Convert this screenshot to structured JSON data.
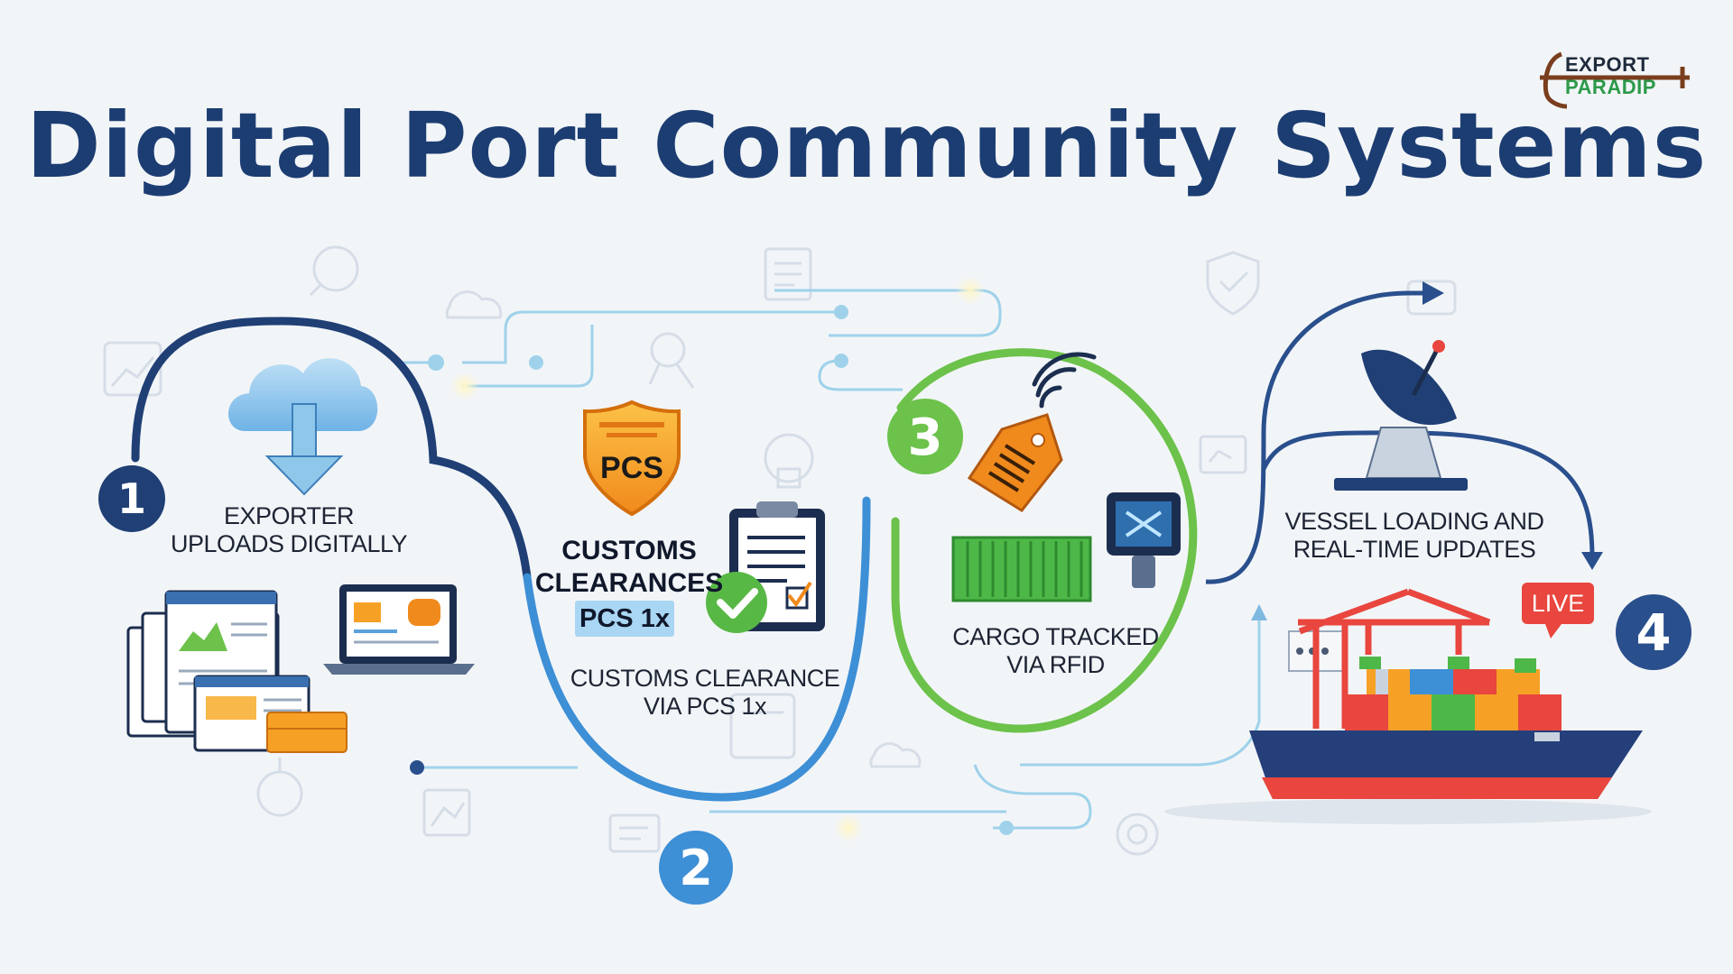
{
  "title": "Digital Port Community Systems",
  "logo": {
    "line1": "EXPORT",
    "line2": "PARADIP"
  },
  "steps": [
    {
      "number": "1",
      "label_lines": [
        "EXPORTER",
        "UPLOADS DIGITALLY"
      ]
    },
    {
      "number": "2",
      "label_lines": [
        "CUSTOMS CLEARANCE",
        "VIA PCS 1x"
      ]
    },
    {
      "number": "3",
      "label_lines": [
        "CARGO TRACKED",
        "VIA RFID"
      ]
    },
    {
      "number": "4",
      "label_lines": [
        "VESSEL LOADING AND",
        "REAL-TIME UPDATES"
      ]
    }
  ],
  "customs_card": {
    "badge_text": "PCS",
    "heading_lines": [
      "CUSTOMS",
      "CLEARANCES"
    ],
    "tag": "PCS 1x"
  },
  "live_badge": "LIVE",
  "colors": {
    "title": "#1c3d72",
    "step1": "#1f3f75",
    "step2": "#3d8fd6",
    "step3": "#6cc24a",
    "step4": "#2a4f8d",
    "live": "#e8463e"
  }
}
